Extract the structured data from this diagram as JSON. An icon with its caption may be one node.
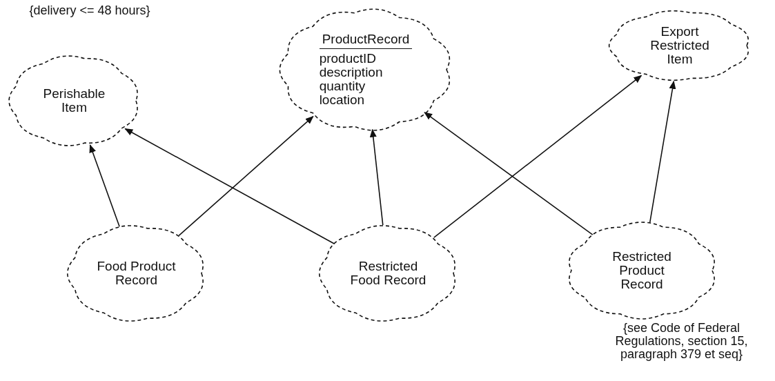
{
  "diagram": {
    "nodes": [
      {
        "text": [
          "Perishable Item"
        ],
        "beside": [
          "{delivery <= 48 hours}"
        ]
      },
      {
        "text": [
          "ProductRecord",
          "productID",
          "description",
          "quantity",
          "location"
        ]
      },
      {
        "text": [
          "Export Restricted Item"
        ]
      },
      {
        "text": [
          "Food Product Record"
        ]
      },
      {
        "text": [
          "Restricted Food Record"
        ]
      },
      {
        "text": [
          "Restricted Product Record"
        ],
        "beside": [
          "{see Code of Federal Regulations, section 15, paragraph 379 et seq}"
        ]
      }
    ],
    "edges": [
      {
        "from": 3,
        "to": 0,
        "arrow": "to"
      },
      {
        "from": 3,
        "to": 1,
        "arrow": "to"
      },
      {
        "from": 4,
        "to": 0,
        "arrow": "to"
      },
      {
        "from": 4,
        "to": 1,
        "arrow": "to"
      },
      {
        "from": 4,
        "to": 2,
        "arrow": "to"
      },
      {
        "from": 5,
        "to": 1,
        "arrow": "to"
      },
      {
        "from": 5,
        "to": 2,
        "arrow": "to"
      }
    ]
  }
}
